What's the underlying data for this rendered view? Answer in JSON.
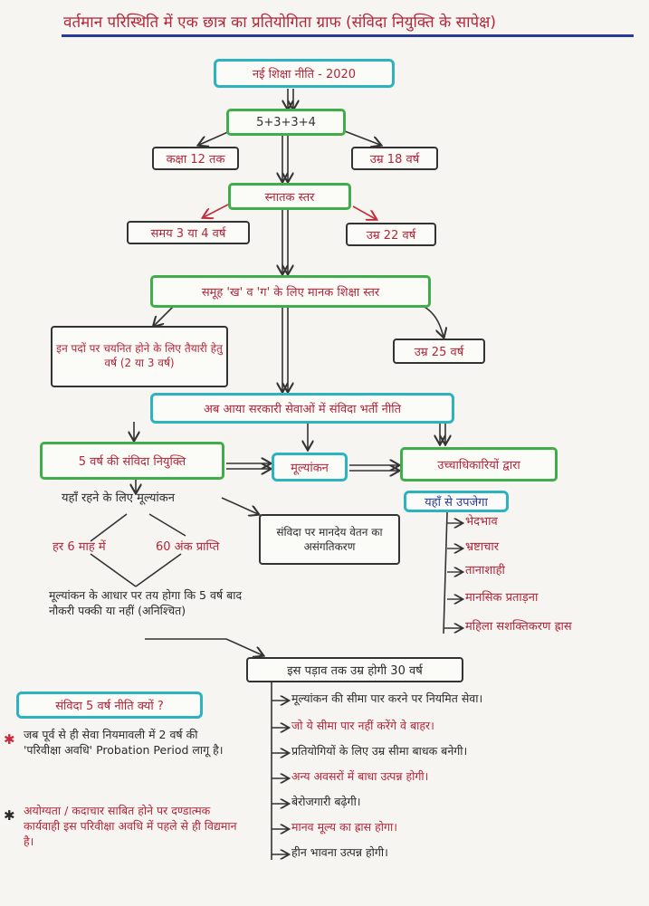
{
  "title": "वर्तमान परिस्थिति में एक छात्र का प्रतियोगिता ग्राफ (संविदा नियुक्ति के सापेक्ष)",
  "nodes": {
    "nep": "नई शिक्षा नीति - 2020",
    "structure": "5+3+3+4",
    "class12": "कक्षा 12 तक",
    "age18": "उम्र 18 वर्ष",
    "graduation": "स्नातक स्तर",
    "time34": "समय 3 या 4 वर्ष",
    "age22": "उम्र 22 वर्ष",
    "standard": "समूह 'ख' व 'ग' के लिए मानक शिक्षा स्तर",
    "prep": "इन पदों पर चयनित होने के लिए तैयारी हेतु वर्ष (2 या 3 वर्ष)",
    "age25": "उम्र 25 वर्ष",
    "policy": "अब आया सरकारी सेवाओं में संविदा भर्ती नीति",
    "contract5": "5 वर्ष की संविदा नियुक्ति",
    "evaluation": "मूल्यांकन",
    "officers": "उच्चाधिकारियों द्वारा",
    "stay": "यहाँ रहने के लिए मूल्यांकन",
    "every6": "हर 6 माह में",
    "marks60": "60 अंक प्राप्ति",
    "salary": "संविदा पर मानदेय वेतन का असंगतिकरण",
    "uncertain": "मूल्यांकन के आधार पर तय होगा कि 5 वर्ष बाद नौकरी पक्की या नहीं (अनिश्चित)",
    "fromhere": "यहाँ से उपजेगा",
    "age30": "इस पड़ाव तक उम्र होगी 30 वर्ष"
  },
  "outcomes": [
    "भेदभाव",
    "भ्रष्टाचार",
    "तानाशाही",
    "मानसिक प्रताड़ना",
    "महिला सशक्तिकरण ह्रास"
  ],
  "consequences": [
    "मूल्यांकन की सीमा पार करने पर नियमित सेवा।",
    "जो ये सीमा पार नहीं करेंगे वे बाहर।",
    "प्रतियोगियों के लिए उम्र सीमा बाधक बनेगी।",
    "अन्य अवसरों में बाधा उत्पन्न होगी।",
    "बेरोजगारी बढ़ेगी।",
    "मानव मूल्य का ह्रास होगा।",
    "हीन भावना उत्पन्न होगी।"
  ],
  "why": {
    "heading": "संविदा 5 वर्ष नीति क्यों ?",
    "point1": "जब पूर्व से ही सेवा नियमावली में 2 वर्ष की 'परिवीक्षा अवधि' Probation Period लागू है।",
    "point2": "अयोग्यता / कदाचार साबित होने पर दण्डात्मक कार्यवाही इस परिवीक्षा अवधि में पहले से ही विद्यमान है।"
  },
  "colors": {
    "accent": "#b3263a",
    "cyan": "#2bb3c0",
    "green": "#3fae4a",
    "title_underline": "#2a3a9a"
  }
}
